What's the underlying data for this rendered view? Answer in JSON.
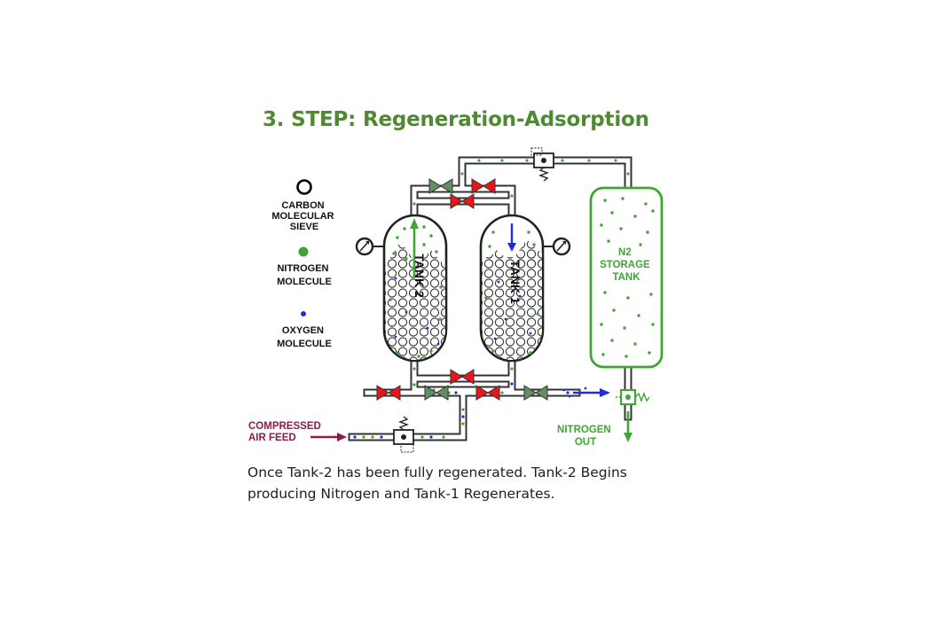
{
  "title": "3. STEP: Regeneration-Adsorption",
  "legend": {
    "sieve_lines": [
      "CARBON",
      "MOLECULAR",
      "SIEVE"
    ],
    "nitrogen_lines": [
      "NITROGEN",
      "MOLECULE"
    ],
    "oxygen_lines": [
      "OXYGEN",
      "MOLECULE"
    ]
  },
  "tanks": {
    "tank2_label": "TANK 2",
    "tank1_label": "TANK 1",
    "storage_lines": [
      "N2",
      "STORAGE",
      "TANK"
    ]
  },
  "labels": {
    "air_feed_lines": [
      "COMPRESSED",
      "AIR FEED"
    ],
    "nitrogen_out_lines": [
      "NITROGEN",
      "OUT"
    ]
  },
  "caption": {
    "line1": "Once Tank-2 has been fully regenerated. Tank-2 Begins",
    "line2": "producing Nitrogen and Tank-1 Regenerates."
  },
  "colors": {
    "title": "#4e8a32",
    "nitrogen": "#3fa535",
    "oxygen": "#1f2fd6",
    "valve_closed": "#e8161b",
    "valve_open": "#5f8f63",
    "air_feed": "#8e1b4e",
    "pipe": "#333333"
  },
  "icons": [
    "pressure-gauge-icon",
    "check-valve-icon",
    "flow-arrow-icon"
  ]
}
